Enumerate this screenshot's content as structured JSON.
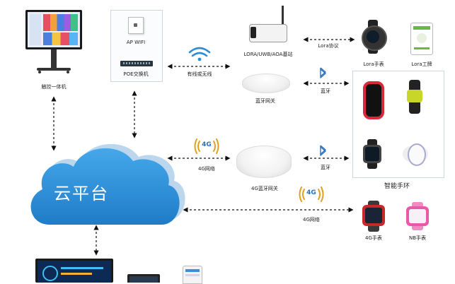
{
  "nodes": {
    "touch_panel": "触控一体机",
    "ap_wifi": "AP WIFI",
    "poe_switch": "POE交换机",
    "lora_gateway": "LORA/UWB/AOA基站",
    "bt_gateway": "蓝牙网关",
    "gateway_4g_bt": "4G蓝牙网关",
    "cloud": "云平台",
    "lora_watch": "Lora手表",
    "lora_badge": "Lora工牌",
    "smart_bracelet_group": "智能手环",
    "watch_4g": "4G手表",
    "watch_nb": "NB手表"
  },
  "links": {
    "wired_wireless": "有线或无线",
    "lora_protocol": "Lora协议",
    "bluetooth_1": "蓝牙",
    "bluetooth_2": "蓝牙",
    "net_4g_1": "4G网络",
    "net_4g_2": "4G网络"
  },
  "icons": {
    "wifi": "wifi-icon",
    "bluetooth": "bluetooth-icon",
    "signal_4g": "4g-signal-icon",
    "4g_text": "4G"
  },
  "colors": {
    "cloud_blue": "#2a8fd6",
    "wifi_blue": "#2a8fd6",
    "signal_gold": "#e0a020",
    "arrow": "#111111"
  }
}
